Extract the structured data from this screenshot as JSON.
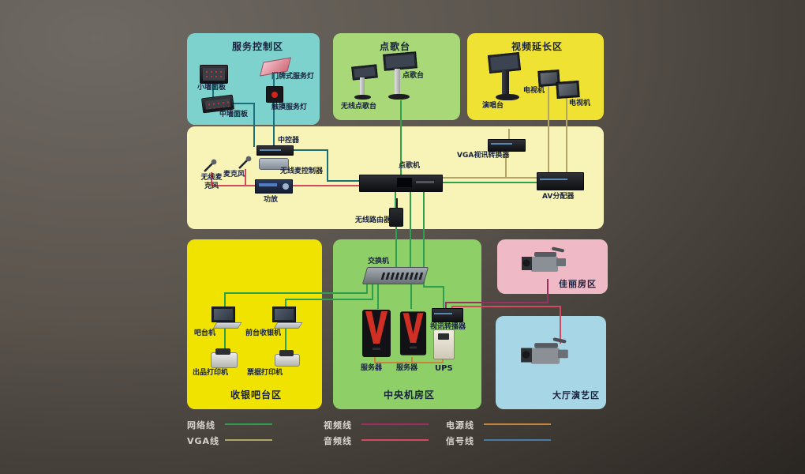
{
  "zones": {
    "service_control": {
      "title": "服务控制区",
      "fill": "#7ed2cd",
      "devices": {
        "small_wall_panel": "小墙面板",
        "door_service_light": "门牌式服务灯",
        "mid_wall_panel": "中墙面板",
        "touch_service_light": "触摸服务灯"
      }
    },
    "song_station": {
      "title": "点歌台",
      "fill": "#a8d878",
      "devices": {
        "wireless_song_station": "无线点歌台",
        "song_station": "点歌台"
      }
    },
    "video_extension": {
      "title": "视频延长区",
      "fill": "#efe233",
      "devices": {
        "stage_station": "演唱台",
        "tv1": "电视机",
        "tv2": "电视机"
      }
    },
    "central_control": {
      "fill": "#f8f3b6",
      "devices": {
        "central_controller": "中控器",
        "wireless_mic_controller": "无线麦控制器",
        "amplifier": "功放",
        "wireless_mic": "无线麦克风",
        "mic": "麦克风",
        "song_machine": "点歌机",
        "wireless_router": "无线路由器",
        "vga_converter": "VGA视讯转换器",
        "av_distributor": "AV分配器"
      }
    },
    "cashier": {
      "title": "收银吧台区",
      "fill": "#f0e300",
      "devices": {
        "bar_pc": "吧台机",
        "front_desk_pc": "前台收银机",
        "product_printer": "出品打印机",
        "receipt_printer": "票据打印机"
      }
    },
    "machine_room": {
      "title": "中央机房区",
      "fill": "#8ecf67",
      "devices": {
        "switch": "交换机",
        "server1": "服务器",
        "server2": "服务器",
        "ups": "UPS",
        "video_relay": "视讯转播器"
      }
    },
    "beauty_room": {
      "title": "佳丽房区",
      "fill": "#efb9c6"
    },
    "lobby": {
      "title": "大厅演艺区",
      "fill": "#a7d6e6"
    }
  },
  "legend": {
    "items": [
      {
        "label": "网络线",
        "color": "#2e9e4f"
      },
      {
        "label": "VGA线",
        "color": "#b3a468"
      },
      {
        "label": "视频线",
        "color": "#993060"
      },
      {
        "label": "音频线",
        "color": "#d4495e"
      },
      {
        "label": "电源线",
        "color": "#c8833c"
      },
      {
        "label": "信号线",
        "color": "#4a7ba6"
      }
    ]
  }
}
